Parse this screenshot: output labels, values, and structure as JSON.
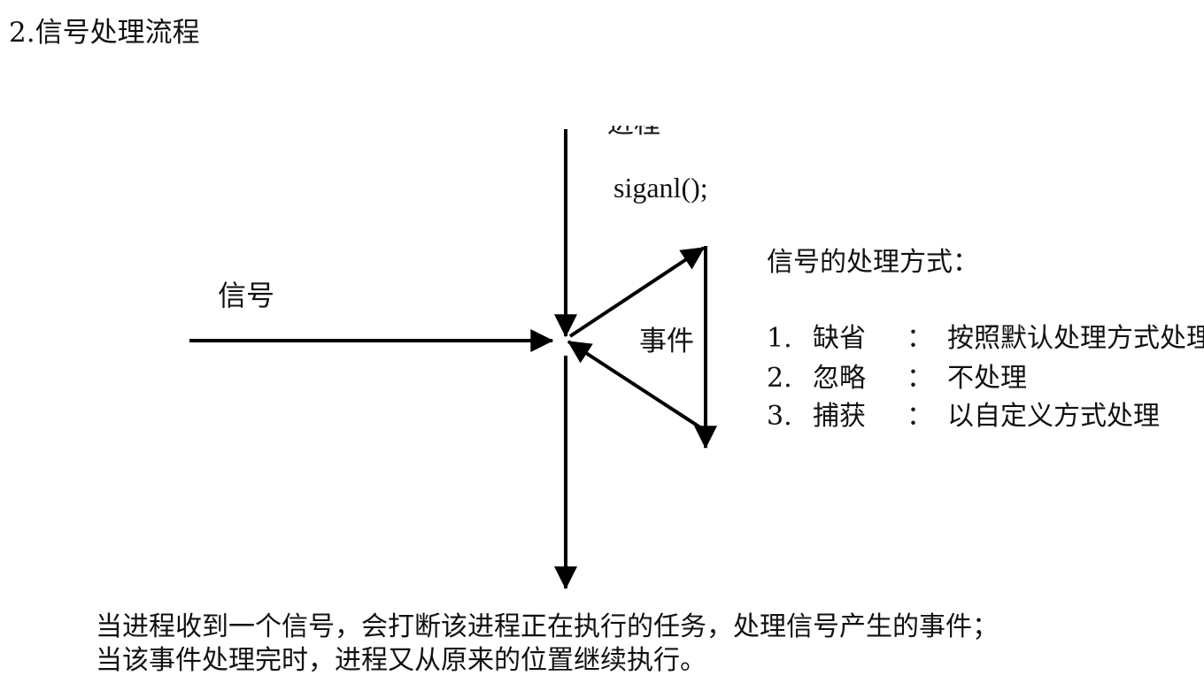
{
  "heading": "2.信号处理流程",
  "diagram": {
    "process_label": "进程",
    "signal_call": "siganl();",
    "signal_label": "信号",
    "event_label": "事件"
  },
  "methods": {
    "title": "信号的处理方式：",
    "items": [
      {
        "num": "1.",
        "name": "缺省",
        "colon": "：",
        "desc": "按照默认处理方式处理"
      },
      {
        "num": "2.",
        "name": "忽略",
        "colon": "：",
        "desc": "不处理"
      },
      {
        "num": "3.",
        "name": "捕获",
        "colon": "：",
        "desc": "以自定义方式处理"
      }
    ]
  },
  "description": {
    "line1": "当进程收到一个信号，会打断该进程正在执行的任务，处理信号产生的事件；",
    "line2": "当该事件处理完时，进程又从原来的位置继续执行。"
  }
}
